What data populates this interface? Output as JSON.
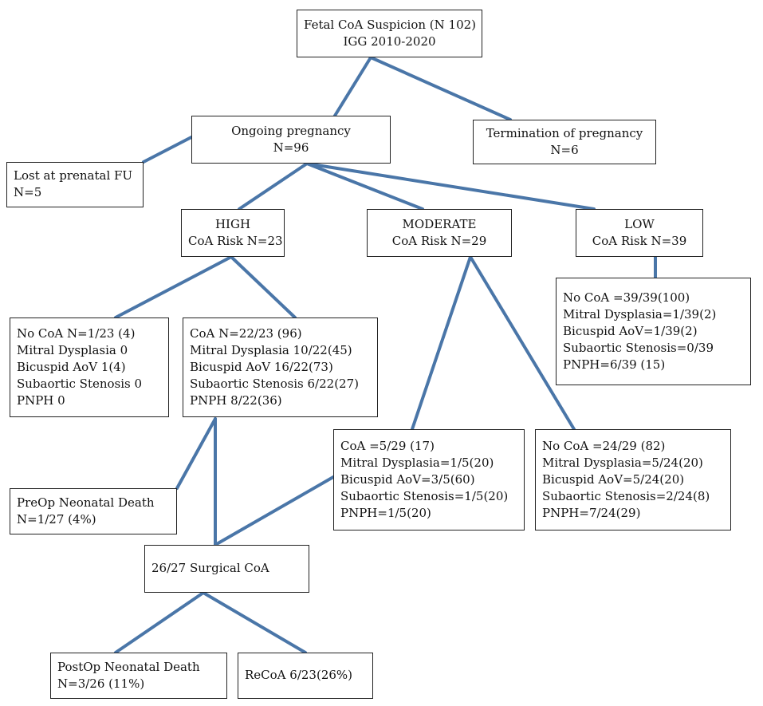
{
  "nodes": [
    {
      "id": "root",
      "lines": [
        "Fetal CoA Suspicion  (N 102)",
        "IGG 2010-2020"
      ],
      "align": "center"
    },
    {
      "id": "ongoing",
      "lines": [
        "Ongoing pregnancy",
        "N=96"
      ],
      "align": "center"
    },
    {
      "id": "termination",
      "lines": [
        "Termination of pregnancy",
        "N=6"
      ],
      "align": "center"
    },
    {
      "id": "lost",
      "lines": [
        "Lost at prenatal FU",
        "N=5"
      ],
      "align": "left"
    },
    {
      "id": "high",
      "lines": [
        "HIGH",
        "CoA Risk N=23"
      ],
      "align": "center"
    },
    {
      "id": "moderate",
      "lines": [
        "MODERATE",
        "CoA Risk N=29"
      ],
      "align": "center"
    },
    {
      "id": "low",
      "lines": [
        "LOW",
        "CoA Risk N=39"
      ],
      "align": "center"
    },
    {
      "id": "high-noco",
      "lines": [
        "No CoA N=1/23 (4)",
        "Mitral Dysplasia 0",
        "Bicuspid AoV 1(4)",
        "Subaortic Stenosis 0",
        "PNPH 0"
      ],
      "align": "left"
    },
    {
      "id": "high-coa",
      "lines": [
        "CoA N=22/23 (96)",
        "Mitral Dysplasia 10/22(45)",
        "Bicuspid AoV 16/22(73)",
        "Subaortic Stenosis 6/22(27)",
        "PNPH 8/22(36)"
      ],
      "align": "left"
    },
    {
      "id": "low-detail",
      "lines": [
        "No CoA =39/39(100)",
        "Mitral Dysplasia=1/39(2)",
        "Bicuspid AoV=1/39(2)",
        "Subaortic Stenosis=0/39",
        "PNPH=6/39 (15)"
      ],
      "align": "left"
    },
    {
      "id": "mod-coa",
      "lines": [
        "CoA =5/29 (17)",
        "Mitral Dysplasia=1/5(20)",
        "Bicuspid AoV=3/5(60)",
        "Subaortic Stenosis=1/5(20)",
        "PNPH=1/5(20)"
      ],
      "align": "left"
    },
    {
      "id": "mod-noco",
      "lines": [
        "No CoA =24/29 (82)",
        "Mitral Dysplasia=5/24(20)",
        "Bicuspid AoV=5/24(20)",
        "Subaortic Stenosis=2/24(8)",
        "PNPH=7/24(29)"
      ],
      "align": "left"
    },
    {
      "id": "preop-death",
      "lines": [
        "PreOp Neonatal Death",
        "N=1/27 (4%)"
      ],
      "align": "left"
    },
    {
      "id": "surgical",
      "lines": [
        "26/27  Surgical CoA"
      ],
      "align": "left"
    },
    {
      "id": "postop-death",
      "lines": [
        "PostOp Neonatal Death",
        "N=3/26 (11%)"
      ],
      "align": "left"
    },
    {
      "id": "recoa",
      "lines": [
        "ReCoA 6/23(26%)"
      ],
      "align": "left"
    }
  ],
  "edges": [
    [
      "root",
      "ongoing"
    ],
    [
      "root",
      "termination"
    ],
    [
      "ongoing",
      "lost"
    ],
    [
      "ongoing",
      "high"
    ],
    [
      "ongoing",
      "moderate"
    ],
    [
      "ongoing",
      "low"
    ],
    [
      "high",
      "high-noco"
    ],
    [
      "high",
      "high-coa"
    ],
    [
      "low",
      "low-detail"
    ],
    [
      "moderate",
      "mod-coa"
    ],
    [
      "moderate",
      "mod-noco"
    ],
    [
      "high-coa",
      "preop-death"
    ],
    [
      "high-coa",
      "surgical"
    ],
    [
      "mod-coa",
      "surgical"
    ],
    [
      "surgical",
      "postop-death"
    ],
    [
      "surgical",
      "recoa"
    ]
  ],
  "colors": {
    "connector": "#4a76a8",
    "border": "#222222",
    "text": "#111111"
  }
}
